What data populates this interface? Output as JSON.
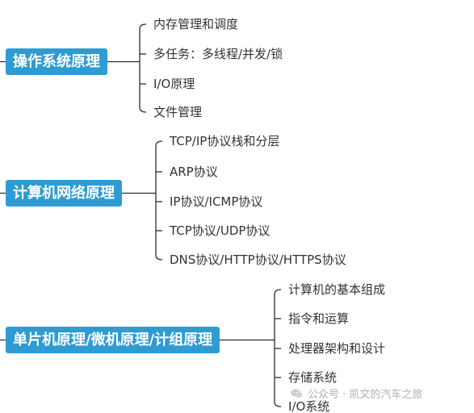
{
  "branches": [
    {
      "label": "操作系统原理",
      "children": [
        "内存管理和调度",
        "多任务：多线程/并发/锁",
        "I/O原理",
        "文件管理"
      ]
    },
    {
      "label": "计算机网络原理",
      "children": [
        "TCP/IP协议栈和分层",
        "ARP协议",
        "IP协议/ICMP协议",
        "TCP协议/UDP协议",
        "DNS协议/HTTP协议/HTTPS协议"
      ]
    },
    {
      "label": "单片机原理/微机原理/计组原理",
      "children": [
        "计算机的基本组成",
        "指令和运算",
        "处理器架构和设计",
        "存储系统",
        "I/O系统"
      ]
    }
  ],
  "watermark": {
    "text": "公众号 · 凯文的汽车之旅",
    "icon": "wechat-icon"
  },
  "colors": {
    "node_fill": "#2f9bd3",
    "node_text": "#ffffff",
    "line": "#2d2d2d",
    "leaf_text": "#333333"
  }
}
